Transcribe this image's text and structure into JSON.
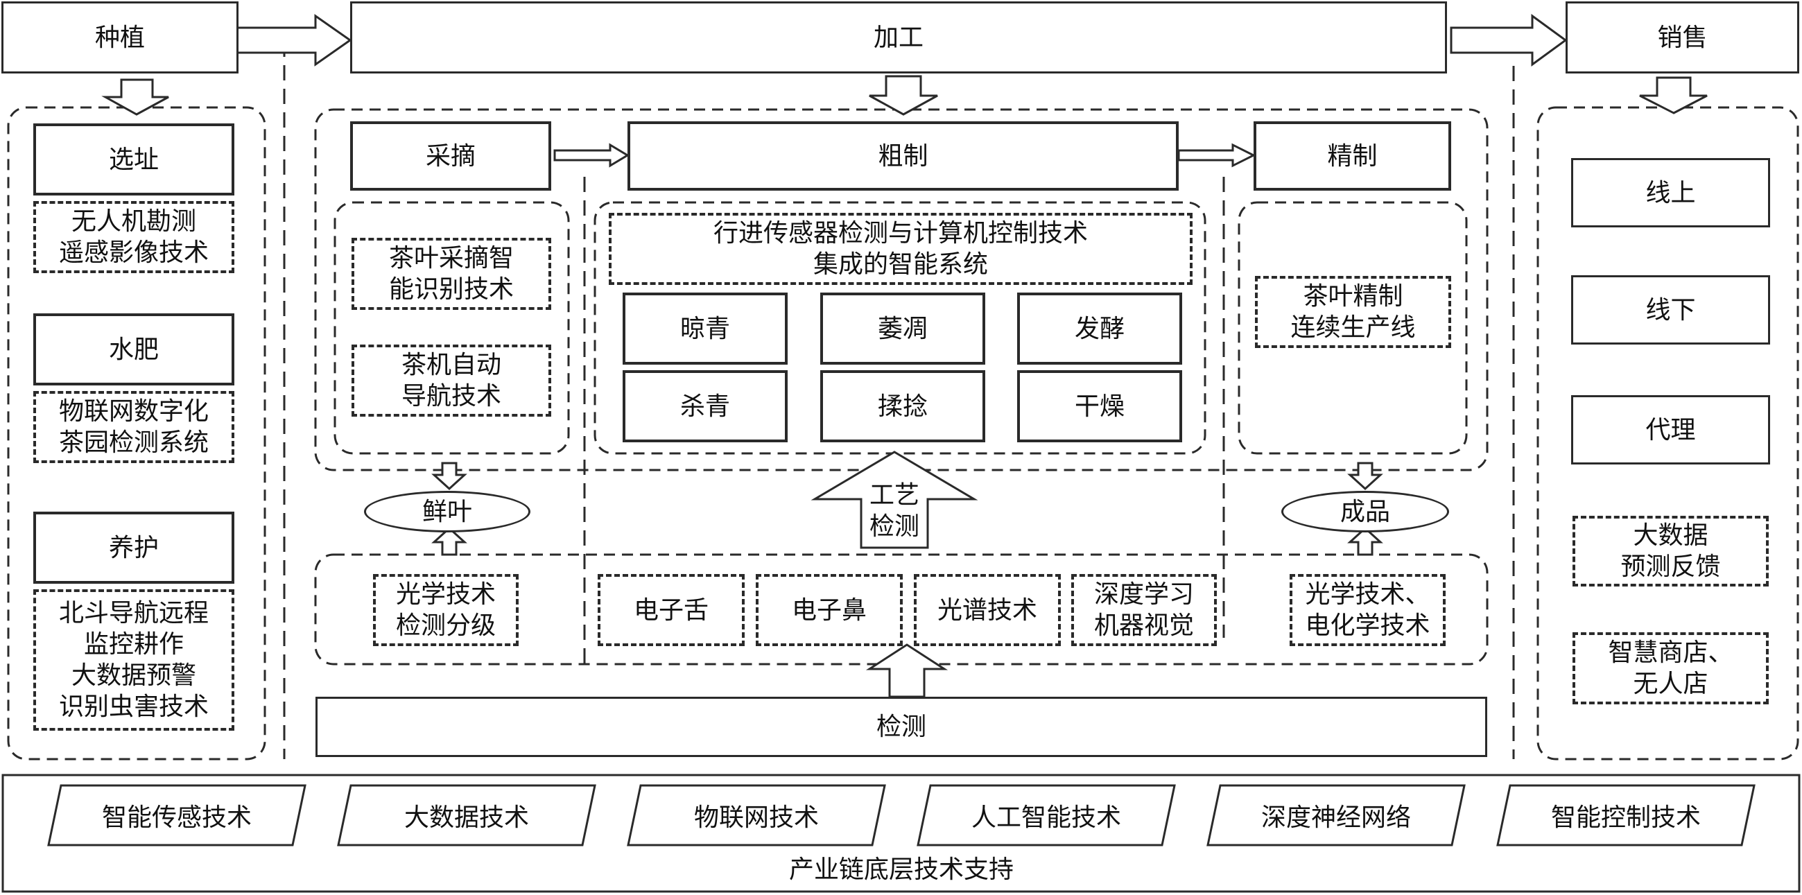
{
  "stages": {
    "planting": "种植",
    "processing": "加工",
    "sales": "销售"
  },
  "planting": {
    "site": {
      "title": "选址",
      "tech": "无人机勘测\n遥感影像技术"
    },
    "water": {
      "title": "水肥",
      "tech": "物联网数字化\n茶园检测系统"
    },
    "care": {
      "title": "养护",
      "tech": "北斗导航远程\n监控耕作\n大数据预警\n识别虫害技术"
    }
  },
  "processing": {
    "picking": {
      "title": "采摘",
      "tech1": "茶叶采摘智\n能识别技术",
      "tech2": "茶机自动\n导航技术"
    },
    "rough": {
      "title": "粗制",
      "system": "行进传感器检测与计算机控制技术\n集成的智能系统",
      "steps": [
        "晾青",
        "萎凋",
        "发酵",
        "杀青",
        "揉捻",
        "干燥"
      ]
    },
    "refine": {
      "title": "精制",
      "tech": "茶叶精制\n连续生产线"
    },
    "fresh_leaf": "鲜叶",
    "craft_check": "工艺\n检测",
    "product": "成品",
    "detect_techs": {
      "optical_grading": "光学技术\n检测分级",
      "e_tongue": "电子舌",
      "e_nose": "电子鼻",
      "spectral": "光谱技术",
      "deep_learning": "深度学习\n机器视觉",
      "optical_electro": "光学技术、\n电化学技术"
    },
    "detection": "检测"
  },
  "sales": {
    "online": "线上",
    "offline": "线下",
    "agent": "代理",
    "bigdata": "大数据\n预测反馈",
    "smart_store": "智慧商店、\n无人店"
  },
  "base": {
    "techs": [
      "智能传感技术",
      "大数据技术",
      "物联网技术",
      "人工智能技术",
      "深度神经网络",
      "智能控制技术"
    ],
    "caption": "产业链底层技术支持"
  }
}
